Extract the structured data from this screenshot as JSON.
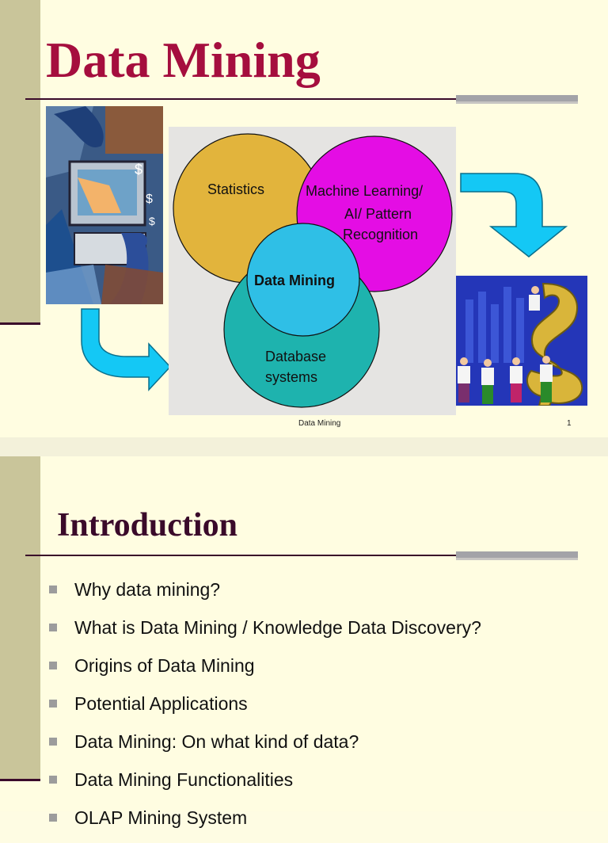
{
  "slide1": {
    "title": "Data Mining",
    "venn": {
      "statistics": "Statistics",
      "ml_line1": "Machine Learning/",
      "ml_line2": "AI/ Pattern",
      "ml_line3": "Recognition",
      "center": "Data Mining",
      "db_line1": "Database",
      "db_line2": "systems"
    },
    "footer": {
      "title": "Data Mining",
      "page": "1"
    }
  },
  "slide2": {
    "title": "Introduction",
    "bullets": [
      "Why data mining?",
      "What is Data Mining / Knowledge Data Discovery?",
      "Origins of Data Mining",
      "Potential Applications",
      "Data Mining: On what kind of data?",
      "Data Mining Functionalities",
      "OLAP Mining System"
    ]
  },
  "colors": {
    "background": "#fffde1",
    "title_red": "#a50e3e",
    "title_dark": "#3a0a2a",
    "sidebar": "#c9c59a",
    "statistics_circle": "#e2b43c",
    "ml_circle": "#e40de4",
    "db_circle": "#1eb3ae",
    "center_circle": "#2fbfe6",
    "arrow": "#14c8f5"
  }
}
